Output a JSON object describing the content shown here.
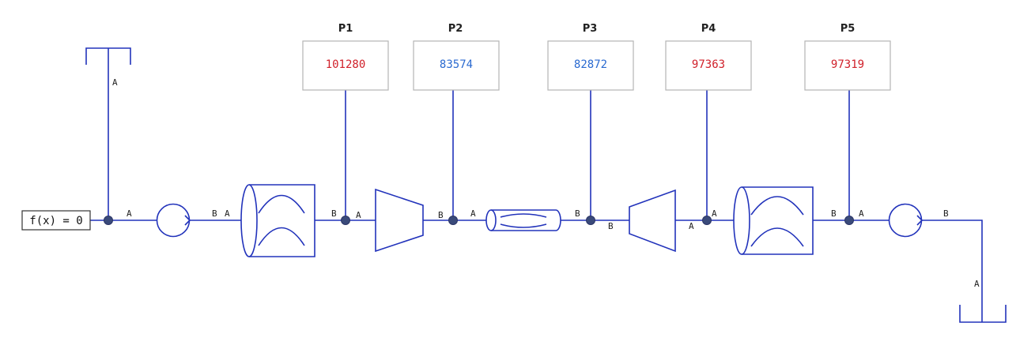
{
  "function_block": {
    "label": "f(x) = 0"
  },
  "ports": {
    "a": "A",
    "b": "B"
  },
  "probes": [
    {
      "title": "P1",
      "value": "101280",
      "color": "#d0202a"
    },
    {
      "title": "P2",
      "value": "83574",
      "color": "#2a6ad0"
    },
    {
      "title": "P3",
      "value": "82872",
      "color": "#2a6ad0"
    },
    {
      "title": "P4",
      "value": "97363",
      "color": "#d0202a"
    },
    {
      "title": "P5",
      "value": "97319",
      "color": "#d0202a"
    }
  ],
  "components": [
    {
      "name": "reservoir-icon"
    },
    {
      "name": "pump-icon"
    },
    {
      "name": "heat-exchanger-icon"
    },
    {
      "name": "compressor-icon"
    },
    {
      "name": "pipe-icon"
    },
    {
      "name": "turbine-icon"
    },
    {
      "name": "heat-exchanger-icon"
    },
    {
      "name": "pump-icon"
    },
    {
      "name": "reservoir-icon"
    }
  ],
  "colors": {
    "wire": "#2233bb",
    "node": "#3a4a7a"
  }
}
